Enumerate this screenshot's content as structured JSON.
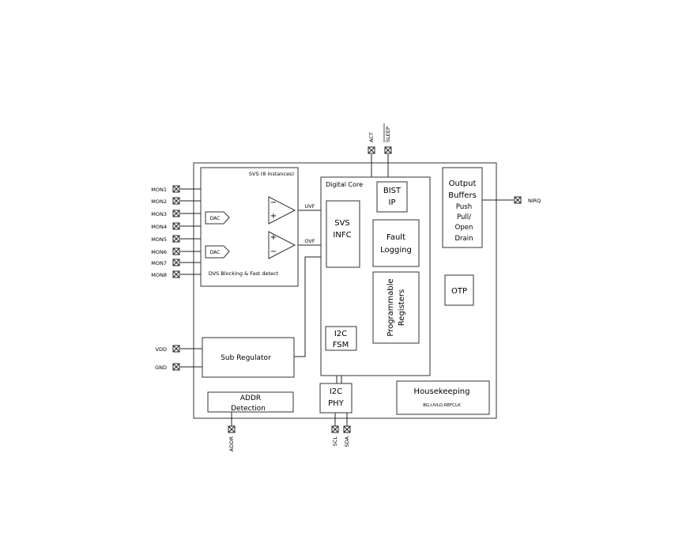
{
  "chip": {
    "left_pins": [
      "MON1",
      "MON2",
      "MON3",
      "MON4",
      "MON5",
      "MON6",
      "MON7",
      "MON8"
    ],
    "vdd_pin": "VDD",
    "gnd_pin": "GND",
    "top_pins": [
      "ACT",
      "SLEEP"
    ],
    "right_pin": "NIRQ",
    "bottom_pins": [
      "ADDR",
      "SCL",
      "SDA"
    ]
  },
  "svs": {
    "title": "SVS (8 Instances)",
    "dac1": "DAC",
    "dac2": "DAC",
    "minus1": "−",
    "plus1": "+",
    "plus2": "+",
    "minus2": "−",
    "footer": "DVS Blocking & Fast detect",
    "uvf": "UVF",
    "ovf": "OVF"
  },
  "digital_core": {
    "title": "Digital Core",
    "bist": [
      "BIST",
      "IP"
    ],
    "svs_infc": [
      "SVS",
      "INFC"
    ],
    "fault": [
      "Fault",
      "Logging"
    ],
    "regs": [
      "Programmable",
      "Registers"
    ],
    "i2c_fsm": [
      "I2C",
      "FSM"
    ]
  },
  "output": {
    "lines": [
      "Output",
      "Buffers",
      "Push",
      "Pull/",
      "Open",
      "Drain"
    ]
  },
  "otp": "OTP",
  "sub_regulator": "Sub Regulator",
  "addr": [
    "ADDR",
    "Detection"
  ],
  "i2c_phy": [
    "I2C",
    "PHY"
  ],
  "housekeeping": {
    "title": "Housekeeping",
    "sub": "BG,UVLO,REFCLK"
  }
}
